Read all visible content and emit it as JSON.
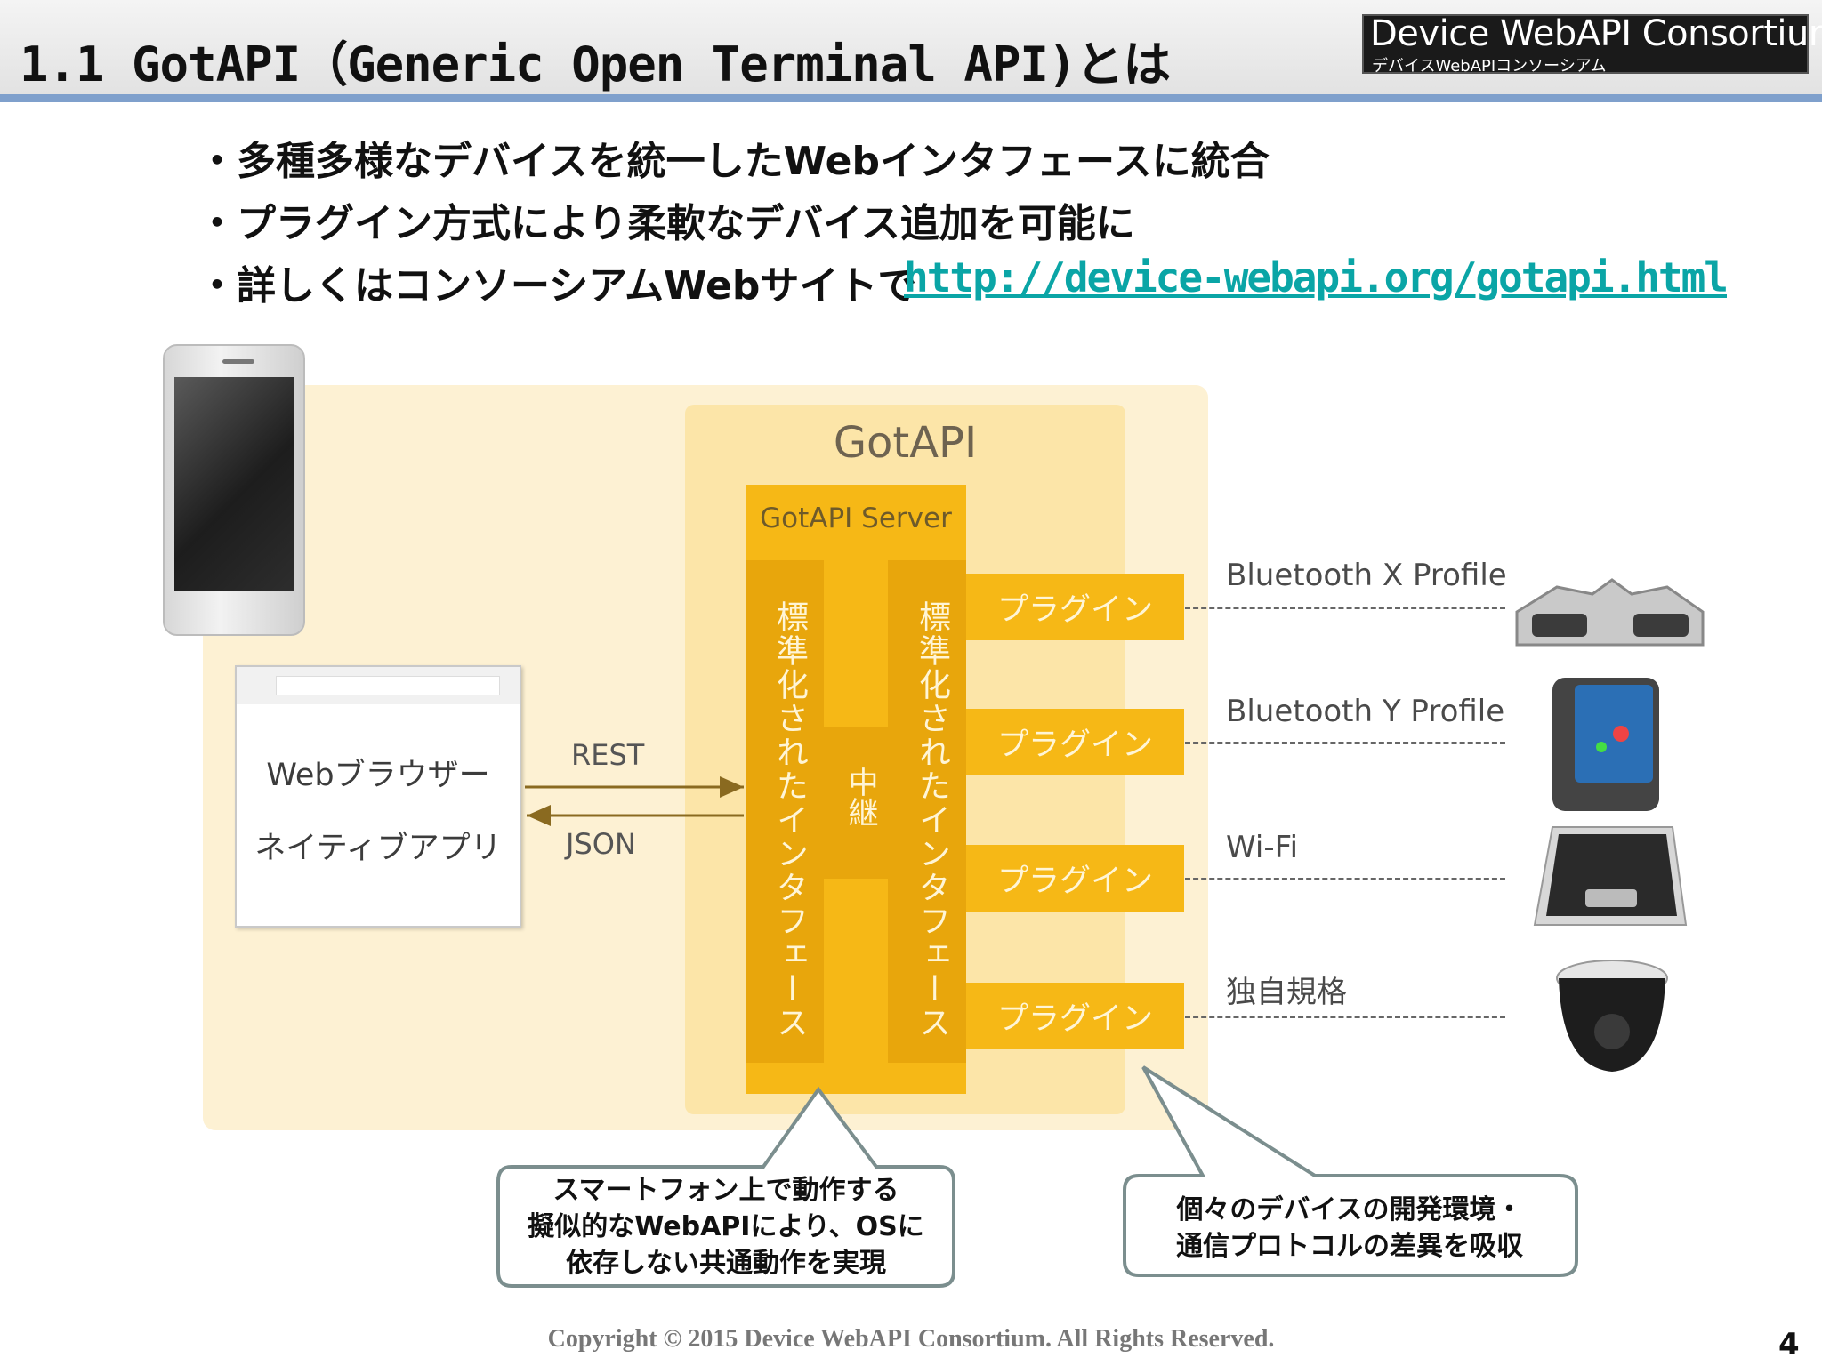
{
  "header": {
    "title": "1.1 GotAPI（Generic Open Terminal API)とは",
    "logo_en": "Device WebAPI Consortium",
    "logo_jp": "デバイスWebAPIコンソーシアム"
  },
  "bullets": [
    "・多種多様なデバイスを統一したWebインタフェースに統合",
    "・プラグイン方式により柔軟なデバイス追加を可能に",
    "・詳しくはコンソーシアムWebサイトで"
  ],
  "link": "http://device-webapi.org/gotapi.html",
  "diagram": {
    "gotapi_title": "GotAPI",
    "server_title": "GotAPI Server",
    "interface_text": "標準化されたインタフェース",
    "relay_text": "中継",
    "plugins": [
      "プラグイン",
      "プラグイン",
      "プラグイン",
      "プラグイン"
    ],
    "connections": [
      "Bluetooth X Profile",
      "Bluetooth Y Profile",
      "Wi-Fi",
      "独自規格"
    ],
    "browser_line1": "Webブラウザー",
    "browser_line2": "ネイティブアプリ",
    "rest_label": "REST",
    "json_label": "JSON",
    "colors": {
      "panel": "#fdf1d3",
      "gotapi": "#fce5a8",
      "server": "#f6b816",
      "server_dark": "#e8a60c"
    }
  },
  "callouts": {
    "left": [
      "スマートフォン上で動作する",
      "擬似的なWebAPIにより、OSに",
      "依存しない共通動作を実現"
    ],
    "right": [
      "個々のデバイスの開発環境・",
      "通信プロトコルの差異を吸収"
    ]
  },
  "footer": {
    "copyright": "Copyright © 2015 Device WebAPI Consortium. All Rights Reserved.",
    "page": "4"
  }
}
